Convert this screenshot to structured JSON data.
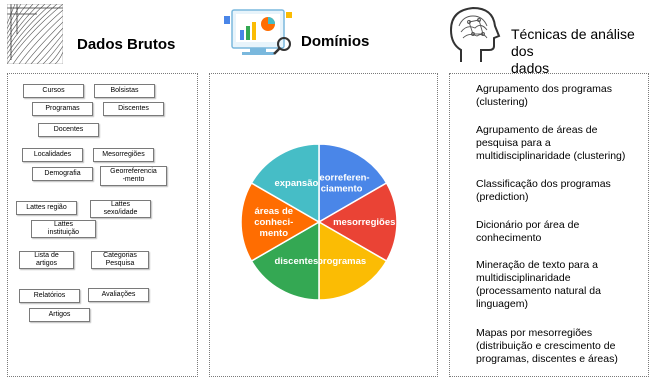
{
  "headers": {
    "raw": "Dados Brutos",
    "domains": "Domínios",
    "techniques": "Técnicas de análise dos\ndados"
  },
  "raw_boxes": [
    {
      "label": "Cursos"
    },
    {
      "label": "Bolsistas"
    },
    {
      "label": "Programas"
    },
    {
      "label": "Discentes"
    },
    {
      "label": "Docentes"
    },
    {
      "label": "Localidades"
    },
    {
      "label": "Mesorregiões"
    },
    {
      "label": "Demografia"
    },
    {
      "label": "Georreferencia\n-mento"
    },
    {
      "label": "Lattes região"
    },
    {
      "label": "Lattes\nsexo/idade"
    },
    {
      "label": "Lattes\ninstituição"
    },
    {
      "label": "Lista de\nartigos"
    },
    {
      "label": "Categorias\nPesquisa"
    },
    {
      "label": "Relatórios"
    },
    {
      "label": "Avaliações"
    },
    {
      "label": "Artigos"
    }
  ],
  "domains_pie": {
    "slices": [
      {
        "label": "georreferen-\nciamento",
        "value": 1,
        "color": "#4a86e8"
      },
      {
        "label": "mesorregiões",
        "value": 1,
        "color": "#ea4335"
      },
      {
        "label": "programas",
        "value": 1,
        "color": "#fbbc04"
      },
      {
        "label": "discentes",
        "value": 1,
        "color": "#34a853"
      },
      {
        "label": "áreas de\nconheci-\nmento",
        "value": 1,
        "color": "#ff6d01"
      },
      {
        "label": "expansão",
        "value": 1,
        "color": "#46bdc6"
      }
    ]
  },
  "techniques": [
    "Agrupamento dos programas\n(clustering)",
    "Agrupamento de áreas de\npesquisa para a\nmultidisciplinaridade (clustering)",
    "Classificação dos programas\n(prediction)",
    "Dicionário por área de\nconhecimento",
    "Mineração de texto para a\nmultidisciplinaridade\n(processamento natural da\nlinguagem)",
    "Mapas por mesorregiões\n(distribuição e crescimento de\nprogramas, discentes e áreas)"
  ]
}
